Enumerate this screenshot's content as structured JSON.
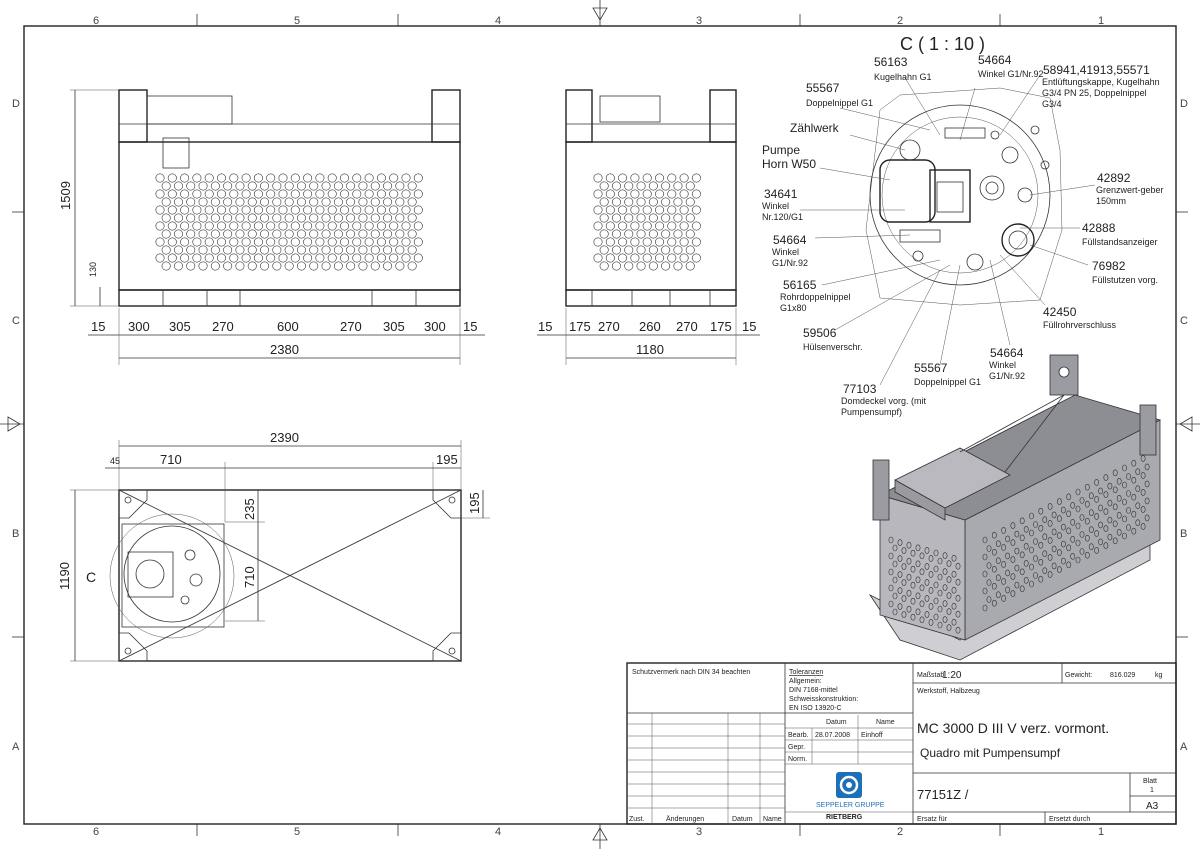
{
  "frame": {
    "columns": [
      "6",
      "5",
      "4",
      "3",
      "2",
      "1"
    ],
    "rows": [
      "D",
      "C",
      "B",
      "A"
    ]
  },
  "front_view": {
    "height": "1509",
    "sub_height": "130",
    "segments": [
      "15",
      "300",
      "305",
      "270",
      "600",
      "270",
      "305",
      "300",
      "15"
    ],
    "total": "2380"
  },
  "side_view": {
    "segments": [
      "15",
      "175",
      "270",
      "260",
      "270",
      "175",
      "15"
    ],
    "total": "1180"
  },
  "top_view": {
    "width": "2390",
    "left_offset": "45",
    "left_dim": "710",
    "right_dim": "195",
    "depth": "1190",
    "d235": "235",
    "d710": "710",
    "d195": "195",
    "section_mark": "C"
  },
  "detail": {
    "title": "C ( 1 : 10 )",
    "callouts": [
      {
        "num": "56163",
        "text": "Kugelhahn G1"
      },
      {
        "num": "54664",
        "text": "Winkel G1/Nr.92"
      },
      {
        "num": "58941,41913,55571",
        "text": "Entlüftungskappe, Kugelhahn G3/4 PN 25, Doppelnippel G3/4"
      },
      {
        "num": "55567",
        "text": "Doppelnippel G1"
      },
      {
        "num": "Zählwerk",
        "text": ""
      },
      {
        "num": "Pumpe Horn W50",
        "text": ""
      },
      {
        "num": "42892",
        "text": "Grenzwert-geber 150mm"
      },
      {
        "num": "34641",
        "text": "Winkel Nr.120/G1"
      },
      {
        "num": "42888",
        "text": "Füllstandsanzeiger"
      },
      {
        "num": "54664",
        "text": "Winkel G1/Nr.92"
      },
      {
        "num": "76982",
        "text": "Füllstutzen vorg."
      },
      {
        "num": "56165",
        "text": "Rohrdoppelnippel G1x80"
      },
      {
        "num": "42450",
        "text": "Füllrohrverschluss"
      },
      {
        "num": "59506",
        "text": "Hülsenverschr."
      },
      {
        "num": "55567",
        "text": "Doppelnippel G1"
      },
      {
        "num": "54664",
        "text": "Winkel G1/Nr.92"
      },
      {
        "num": "77103",
        "text": "Domdeckel vorg. (mit Pumpensumpf)"
      }
    ]
  },
  "title_block": {
    "protection": "Schutzvermerk nach DIN 34 beachten",
    "tolerances_head": "Toleranzen",
    "tol1": "Allgemein:",
    "tol2": "DIN 7168-mittel",
    "tol3": "Schweisskonstruktion:",
    "tol4": "EN ISO 13920-C",
    "scale_label": "Maßstab",
    "scale": "1:20",
    "weight_label": "Gewicht:",
    "weight": "816.029",
    "weight_unit": "kg",
    "material": "Werkstoff, Halbzeug",
    "col_datum": "Datum",
    "col_name": "Name",
    "bearb": "Bearb.",
    "bearb_date": "28.07.2008",
    "bearb_name": "Einhoff",
    "gepr": "Gepr.",
    "norm": "Norm.",
    "title1": "MC  3000 D III V verz. vormont.",
    "title2": "Quadro mit Pumpensumpf",
    "drawing_no": "77151Z /",
    "sheet_label": "Blatt",
    "sheet_no": "1",
    "format": "A3",
    "company1": "SEPPELER GRUPPE",
    "company2": "RIETBERG",
    "zust": "Zust.",
    "aenderungen": "Änderungen",
    "datum": "Datum",
    "name": "Name",
    "ersatz_fuer": "Ersatz für",
    "ersetzt_durch": "Ersetzt durch"
  }
}
